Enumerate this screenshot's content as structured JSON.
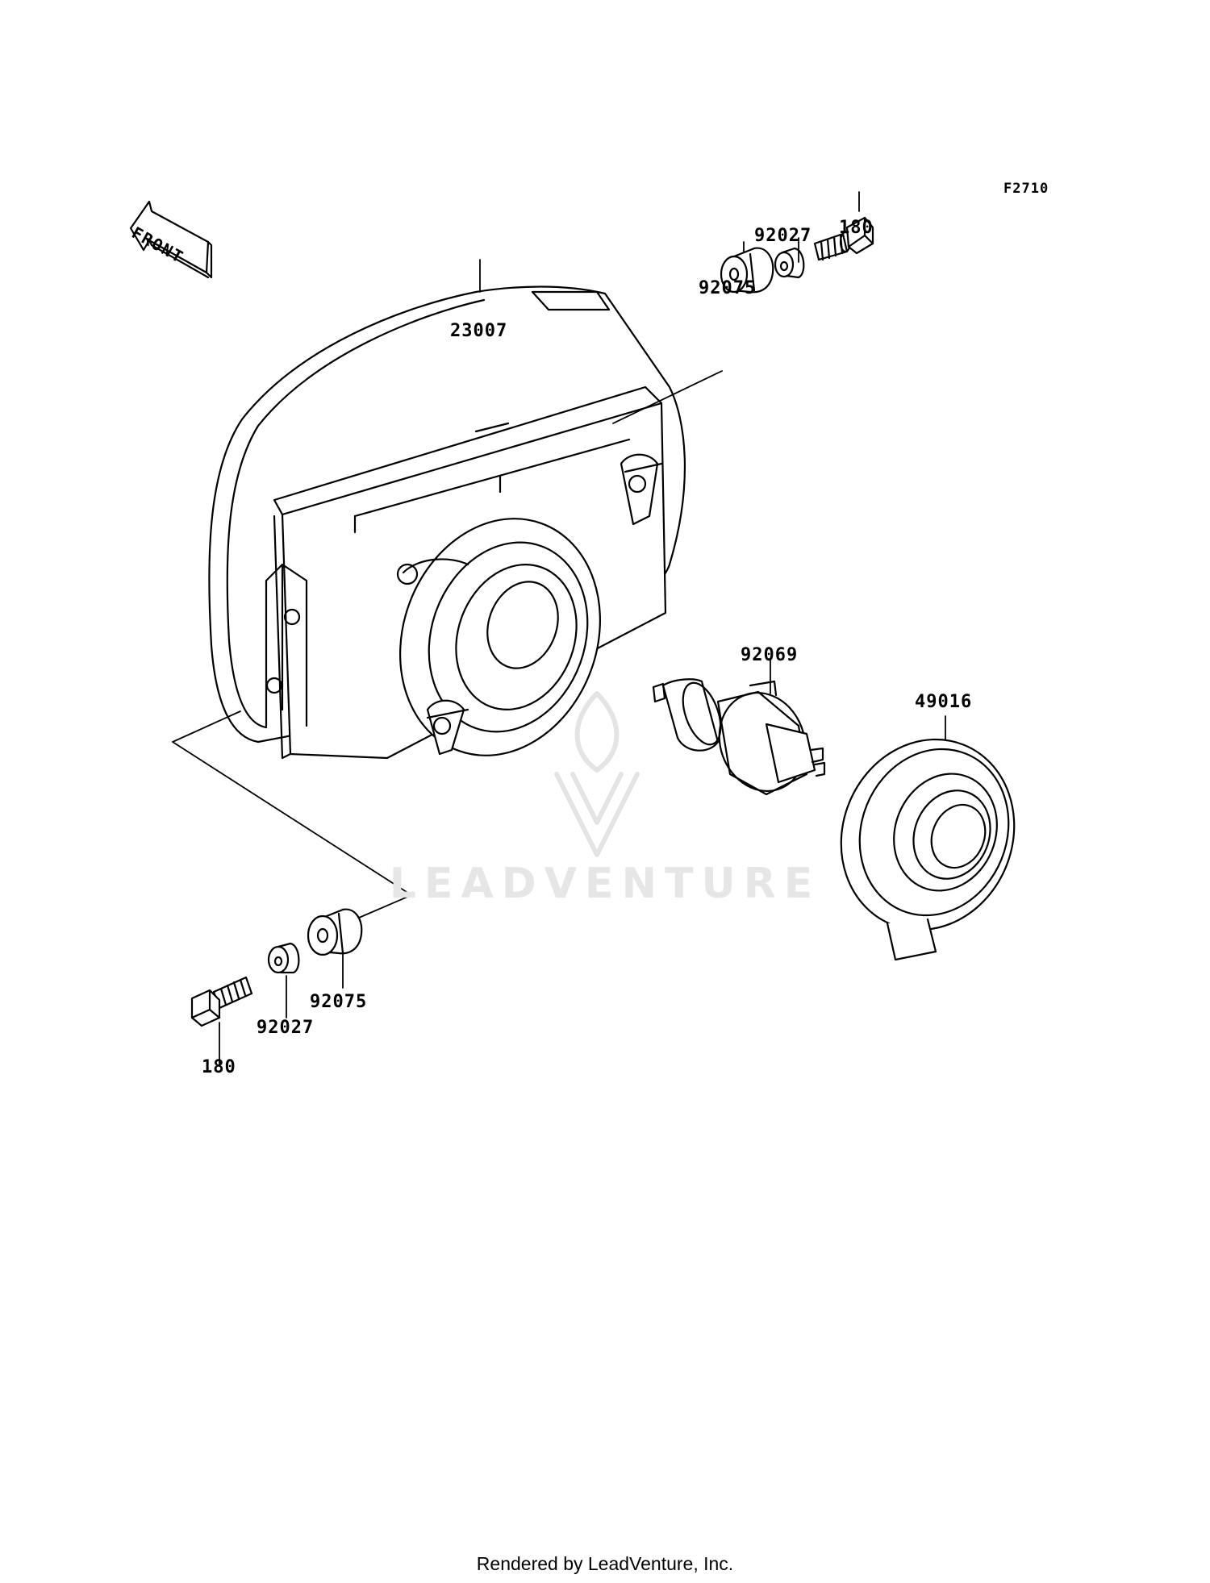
{
  "figure_code": "F2710",
  "front_label": "FRONT",
  "watermark": "LEADVENTURE",
  "footer": "Rendered by LeadVenture, Inc.",
  "callouts": {
    "bolt_top": "180",
    "collar_top": "92027",
    "grommet_top": "92075",
    "headlight_unit": "23007",
    "bulb": "92069",
    "bulb_cap": "49016",
    "grommet_bottom": "92075",
    "collar_bottom": "92027",
    "bolt_bottom": "180"
  },
  "colors": {
    "line": "#000000",
    "watermark": "#e6e6e6"
  }
}
